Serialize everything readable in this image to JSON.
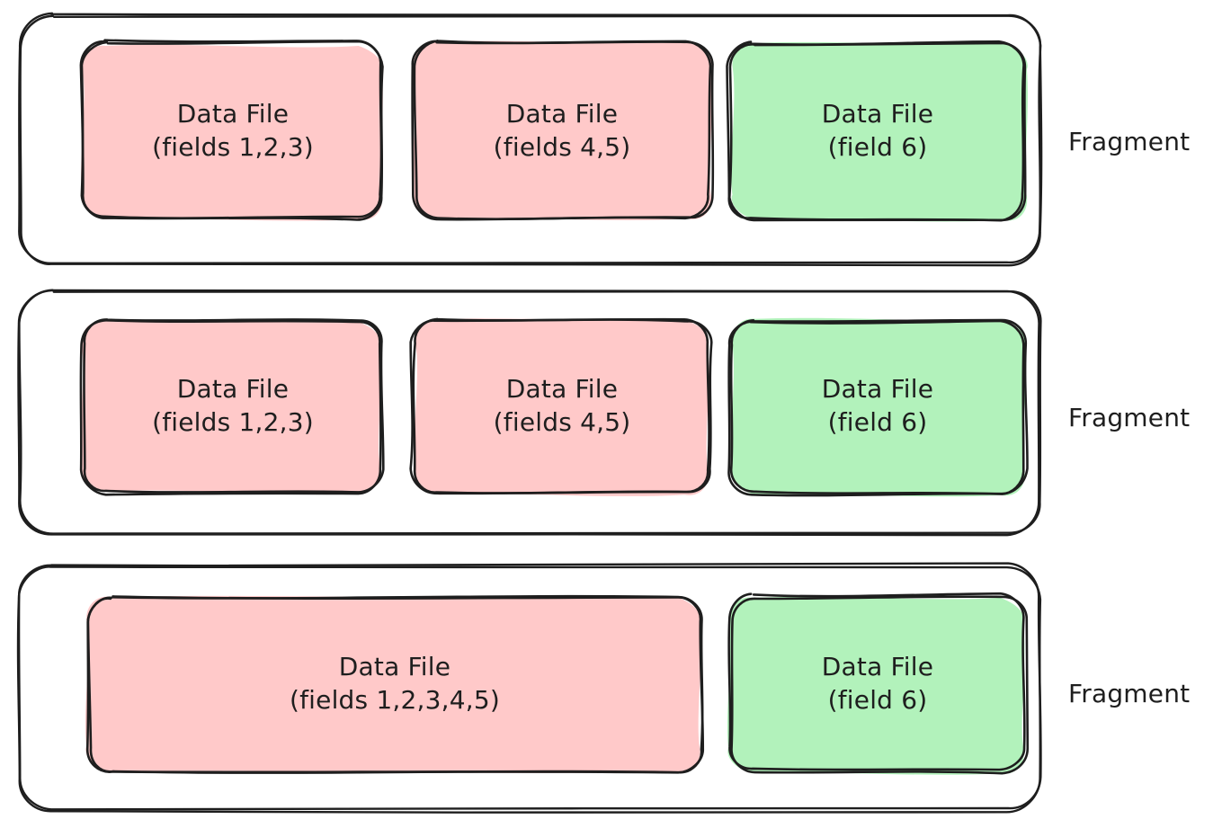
{
  "diagram": {
    "title": "Fragment data file layout",
    "style": "hand-drawn",
    "background": "#ffffff",
    "colors": {
      "pink_fill": "#ffc9c9",
      "green_fill": "#b2f2bb",
      "stroke": "#1e1e1e",
      "text": "#1e1e1e"
    },
    "fragment_label": "Fragment",
    "rows": [
      {
        "id": "fragment-1",
        "label": "Fragment",
        "boxes": [
          {
            "id": "r1-b1",
            "line1": "Data File",
            "line2": "(fields 1,2,3)",
            "color": "pink"
          },
          {
            "id": "r1-b2",
            "line1": "Data File",
            "line2": "(fields 4,5)",
            "color": "pink"
          },
          {
            "id": "r1-b3",
            "line1": "Data File",
            "line2": "(field 6)",
            "color": "green"
          }
        ]
      },
      {
        "id": "fragment-2",
        "label": "Fragment",
        "boxes": [
          {
            "id": "r2-b1",
            "line1": "Data File",
            "line2": "(fields 1,2,3)",
            "color": "pink"
          },
          {
            "id": "r2-b2",
            "line1": "Data File",
            "line2": "(fields 4,5)",
            "color": "pink"
          },
          {
            "id": "r2-b3",
            "line1": "Data File",
            "line2": "(field 6)",
            "color": "green"
          }
        ]
      },
      {
        "id": "fragment-3",
        "label": "Fragment",
        "boxes": [
          {
            "id": "r3-b1",
            "line1": "Data File",
            "line2": "(fields 1,2,3,4,5)",
            "color": "pink"
          },
          {
            "id": "r3-b2",
            "line1": "Data File",
            "line2": "(field 6)",
            "color": "green"
          }
        ]
      }
    ]
  },
  "labels": {
    "row1_box1_l1": "Data File",
    "row1_box1_l2": "(fields 1,2,3)",
    "row1_box2_l1": "Data File",
    "row1_box2_l2": "(fields 4,5)",
    "row1_box3_l1": "Data File",
    "row1_box3_l2": "(field 6)",
    "row2_box1_l1": "Data File",
    "row2_box1_l2": "(fields 1,2,3)",
    "row2_box2_l1": "Data File",
    "row2_box2_l2": "(fields 4,5)",
    "row2_box3_l1": "Data File",
    "row2_box3_l2": "(field 6)",
    "row3_box1_l1": "Data File",
    "row3_box1_l2": "(fields 1,2,3,4,5)",
    "row3_box2_l1": "Data File",
    "row3_box2_l2": "(field 6)",
    "fragment1": "Fragment",
    "fragment2": "Fragment",
    "fragment3": "Fragment"
  }
}
